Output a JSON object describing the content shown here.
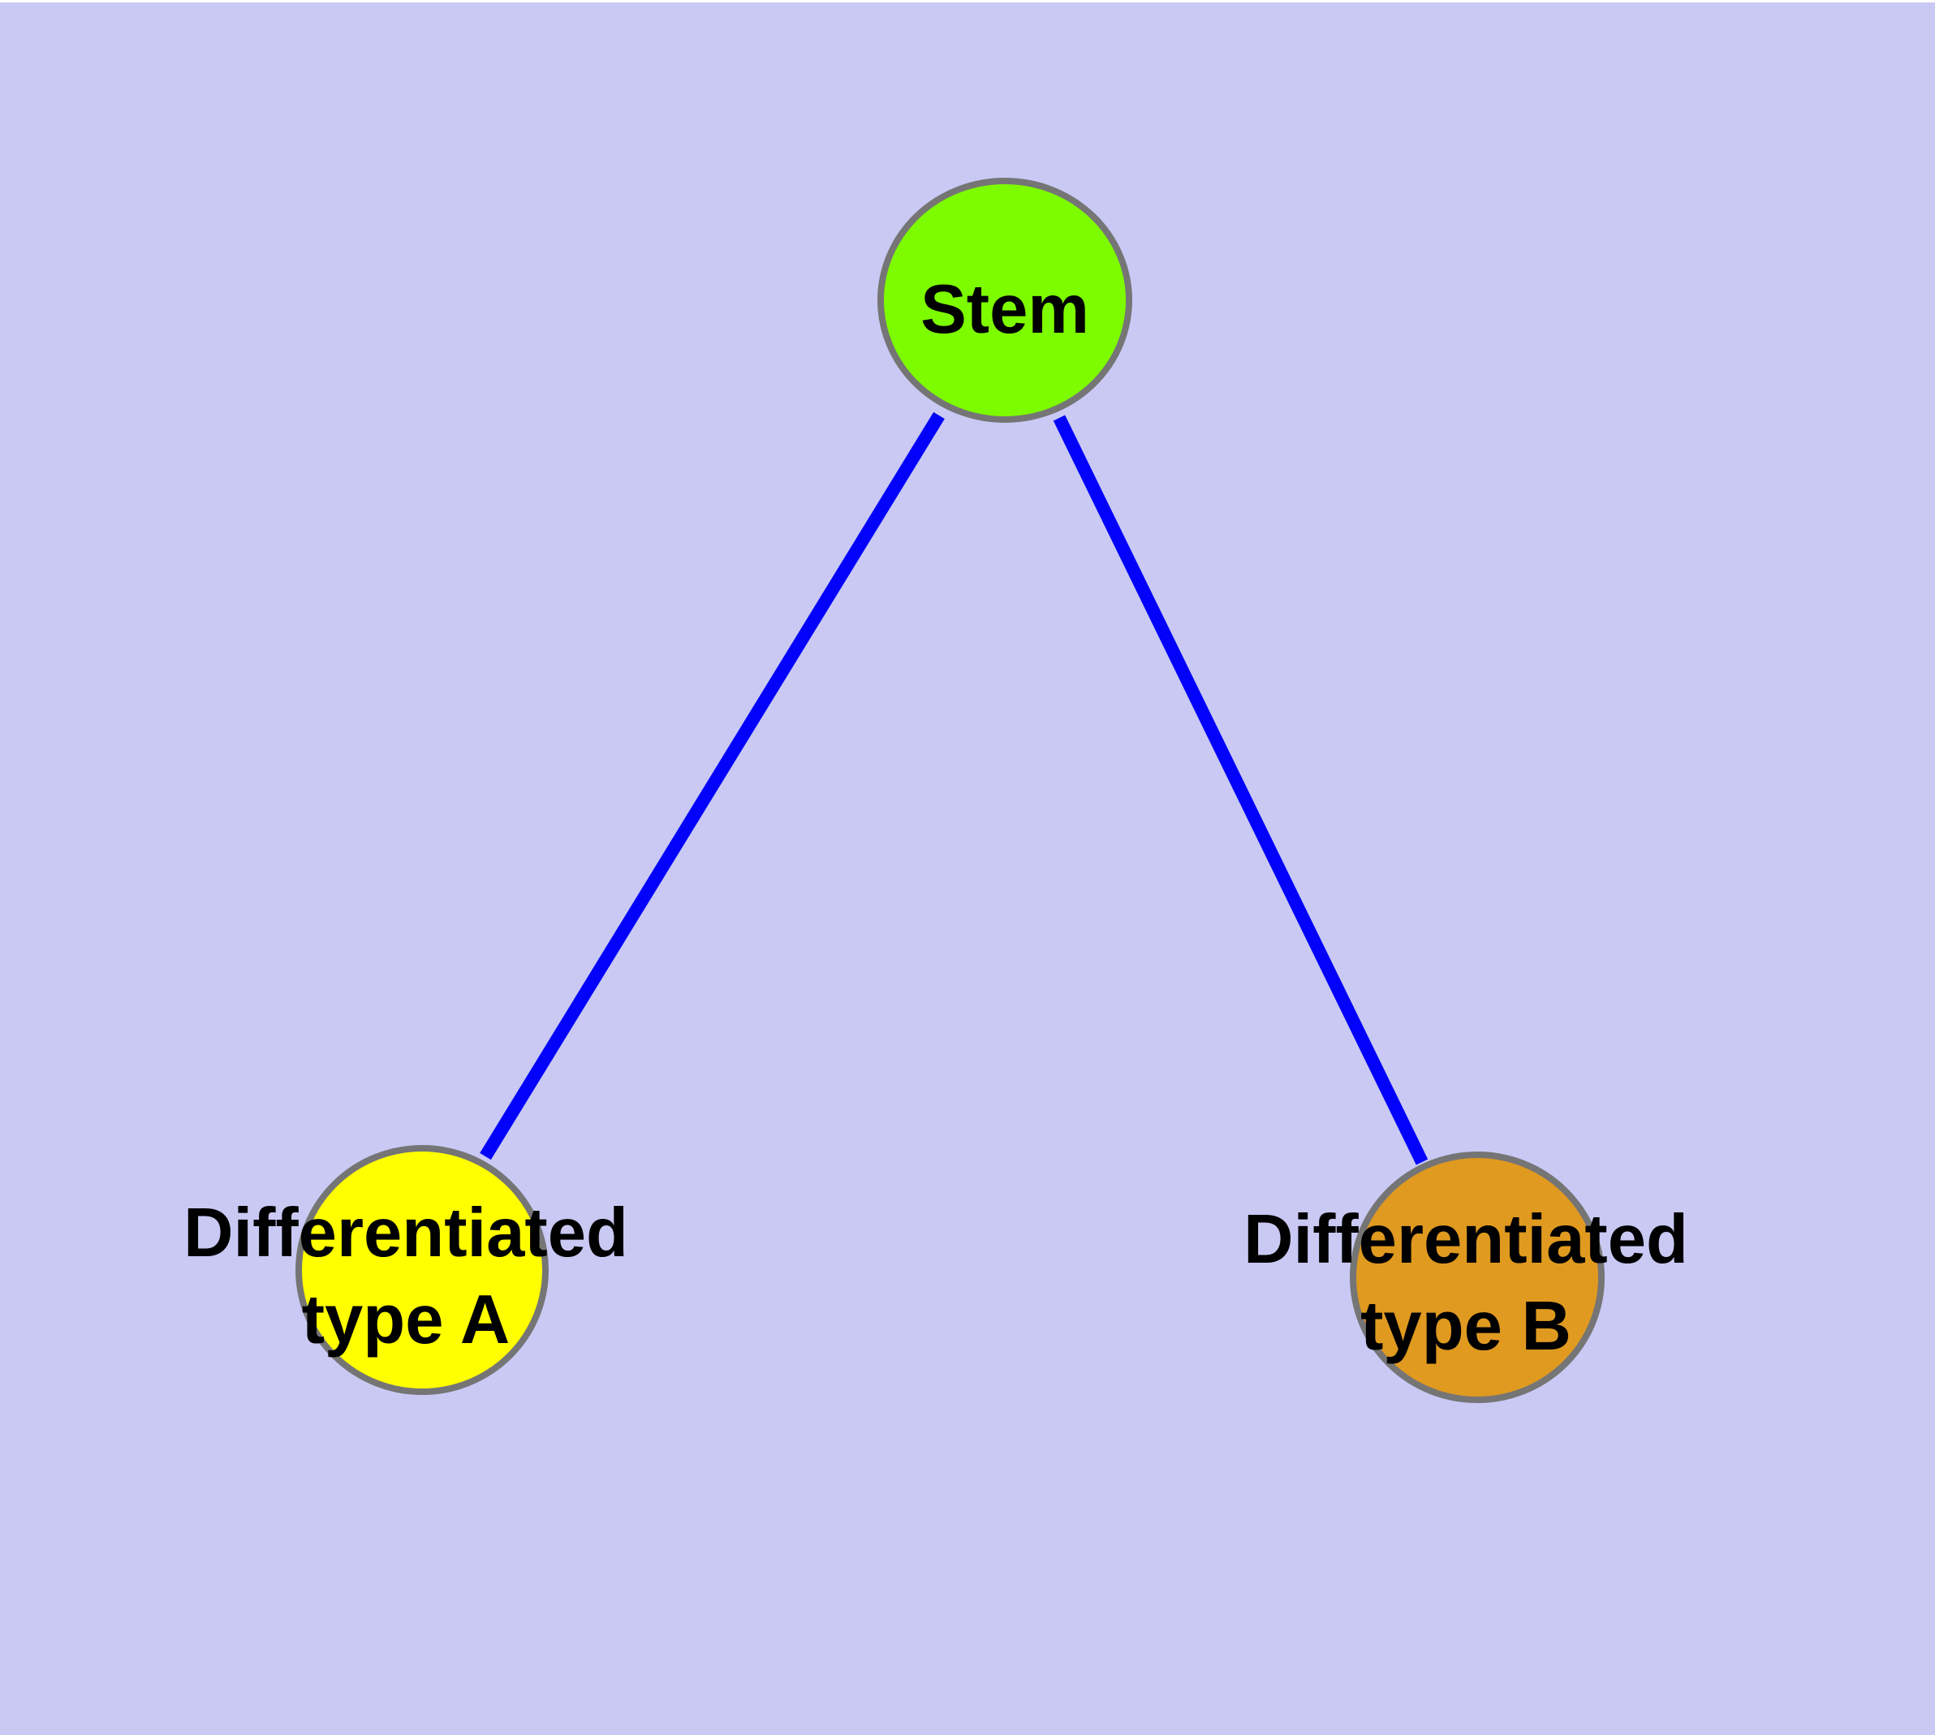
{
  "diagram": {
    "canvas_margin_color": "#ffffff",
    "background_color": "#c9c9f4",
    "edge_color": "#0202fa",
    "node_border_color": "#757575",
    "label_color": "#000000",
    "nodes": [
      {
        "id": "stem",
        "label": "Stem",
        "fill": "#7dfc00"
      },
      {
        "id": "differentiated-type-a",
        "label_line1": "Differentiated",
        "label_line2": "type A",
        "fill": "#ffff00"
      },
      {
        "id": "differentiated-type-b",
        "label_line1": "Differentiated",
        "label_line2": "type B",
        "fill": "#e09a20"
      }
    ],
    "edges": [
      {
        "from": "stem",
        "to": "differentiated-type-a"
      },
      {
        "from": "stem",
        "to": "differentiated-type-b"
      }
    ]
  }
}
